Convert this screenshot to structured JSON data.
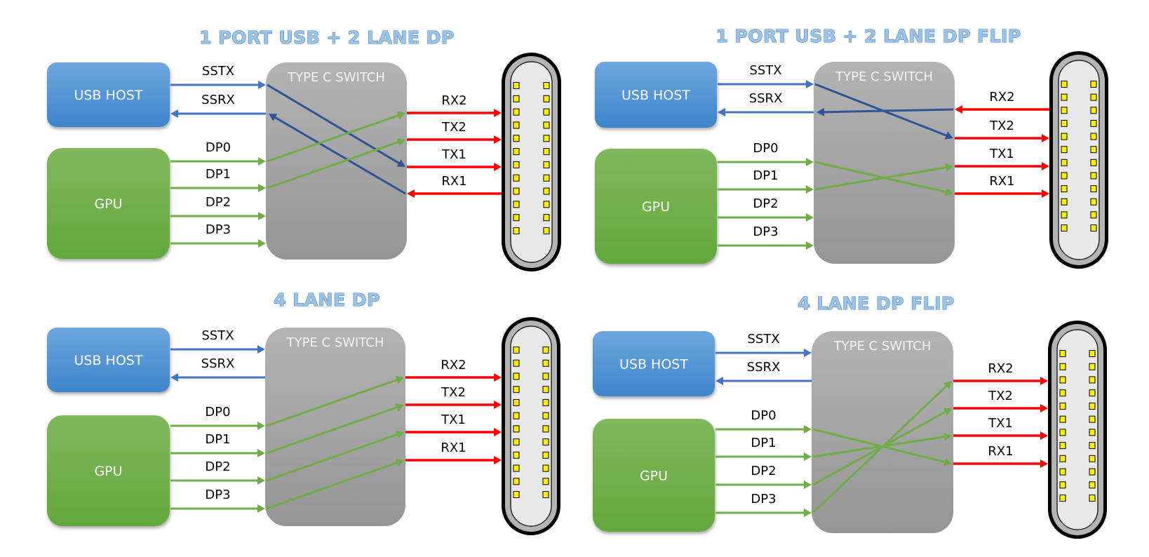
{
  "colors": {
    "usb_line": "#4472c4",
    "usb_cross": "#2f5597",
    "dp_line": "#70ad47",
    "conn_line": "#ff0000",
    "usb_box_top": "#6ea6de",
    "usb_box_bottom": "#3d85cc",
    "gpu_box_top": "#80b85c",
    "gpu_box_bottom": "#62a83a",
    "switch_top": "#b3b3b3",
    "switch_bottom": "#959595",
    "pin_fill": "#ffef00",
    "title_fill": "#9cc3e6",
    "title_stroke": "#3c7fc2"
  },
  "common": {
    "usb_host_label": "USB HOST",
    "gpu_label": "GPU",
    "switch_label": "TYPE C SWITCH",
    "host_signals": [
      "SSTX",
      "SSRX"
    ],
    "dp_signals": [
      "DP0",
      "DP1",
      "DP2",
      "DP3"
    ],
    "connector_signals": [
      "RX2",
      "TX2",
      "TX1",
      "RX1"
    ],
    "connector_pins_per_row": 12
  },
  "panels": [
    {
      "id": "usb-2lane-dp",
      "title": "1 PORT USB + 2 LANE DP",
      "routes": [
        {
          "from": "SSTX",
          "to": "TX1"
        },
        {
          "from": "RX1",
          "to": "SSRX"
        },
        {
          "from": "DP0",
          "to": "RX2"
        },
        {
          "from": "DP1",
          "to": "TX2"
        }
      ],
      "connector_arrows": {
        "RX2": "in",
        "TX2": "in",
        "TX1": "in",
        "RX1": "out"
      }
    },
    {
      "id": "usb-2lane-dp-flip",
      "title": "1 PORT USB + 2 LANE DP FLIP",
      "routes": [
        {
          "from": "SSTX",
          "to": "TX2"
        },
        {
          "from": "RX2",
          "to": "SSRX"
        },
        {
          "from": "DP0",
          "to": "RX1"
        },
        {
          "from": "DP1",
          "to": "TX1"
        }
      ],
      "connector_arrows": {
        "RX2": "out",
        "TX2": "in",
        "TX1": "in",
        "RX1": "in"
      }
    },
    {
      "id": "4lane-dp",
      "title": "4 LANE DP",
      "routes": [
        {
          "from": "DP0",
          "to": "RX2"
        },
        {
          "from": "DP1",
          "to": "TX2"
        },
        {
          "from": "DP2",
          "to": "TX1"
        },
        {
          "from": "DP3",
          "to": "RX1"
        }
      ],
      "connector_arrows": {
        "RX2": "in",
        "TX2": "in",
        "TX1": "in",
        "RX1": "in"
      }
    },
    {
      "id": "4lane-dp-flip",
      "title": "4 LANE DP FLIP",
      "routes": [
        {
          "from": "DP0",
          "to": "RX1"
        },
        {
          "from": "DP1",
          "to": "TX1"
        },
        {
          "from": "DP2",
          "to": "TX2"
        },
        {
          "from": "DP3",
          "to": "RX2"
        }
      ],
      "connector_arrows": {
        "RX2": "in",
        "TX2": "in",
        "TX1": "in",
        "RX1": "in"
      }
    }
  ]
}
